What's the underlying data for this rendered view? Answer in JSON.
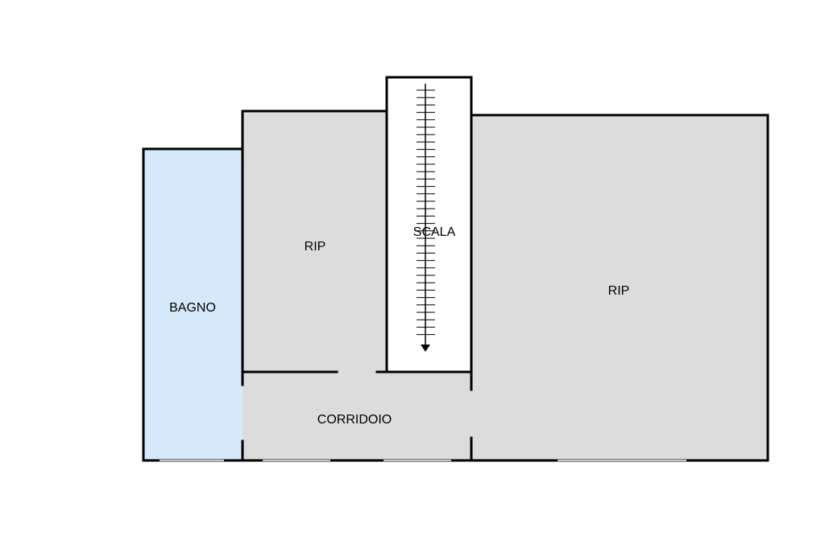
{
  "plan": {
    "rooms": [
      {
        "id": "bagno",
        "label": "BAGNO",
        "fill": "#d6e9fb"
      },
      {
        "id": "rip-left",
        "label": "RIP",
        "fill": "#dcdcdc"
      },
      {
        "id": "scala",
        "label": "SCALA",
        "fill": "#ffffff"
      },
      {
        "id": "rip-right",
        "label": "RIP",
        "fill": "#dcdcdc"
      },
      {
        "id": "corridoio",
        "label": "CORRIDOIO",
        "fill": "#dcdcdc"
      }
    ],
    "colors": {
      "wall": "#000000",
      "window": "#c8c8c8",
      "background": "#ffffff"
    }
  }
}
